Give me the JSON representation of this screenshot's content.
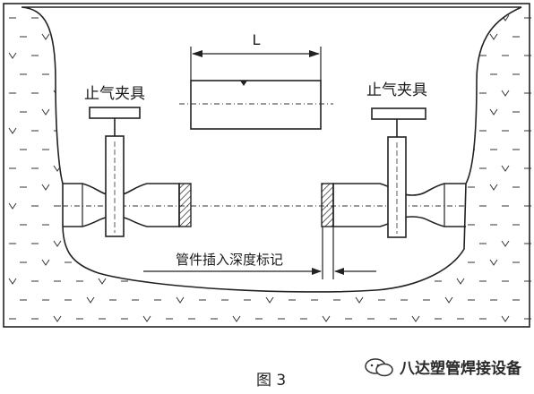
{
  "diagram": {
    "dimension_label": "L",
    "clamp_left_label": "止气夹具",
    "clamp_right_label": "止气夹具",
    "insertion_mark_label": "管件插入深度标记"
  },
  "caption": "图 3",
  "watermark": "八达塑管焊接设备",
  "colors": {
    "line": "#222222",
    "dashes": "#333333",
    "hatch": "#222222"
  }
}
